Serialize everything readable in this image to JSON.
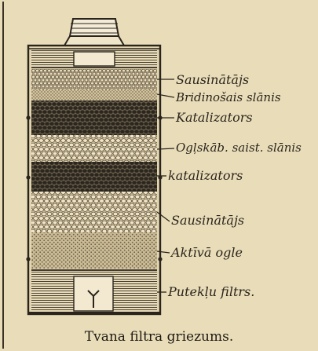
{
  "labels": {
    "sausinatajs_top": "Sausinātājs",
    "bridinosais": "Bridinošais slānis",
    "katalizators_top": "Katalizators",
    "oglskab": "Ogļskāb. saist. slānis",
    "katalizators_mid": "katalizators",
    "sausinatajs_bottom": "Sausinātājs",
    "aktiva_ogle": "Aktīvā ogle",
    "puteklu_filtrs": "Putekļu filtrs."
  },
  "caption": "Tvana filtra griezums.",
  "colors": {
    "paper": "#e9ddb9",
    "ink": "#2a241c",
    "dark_granule": "#2e2a22",
    "light_granule": "#d9c9a0"
  }
}
